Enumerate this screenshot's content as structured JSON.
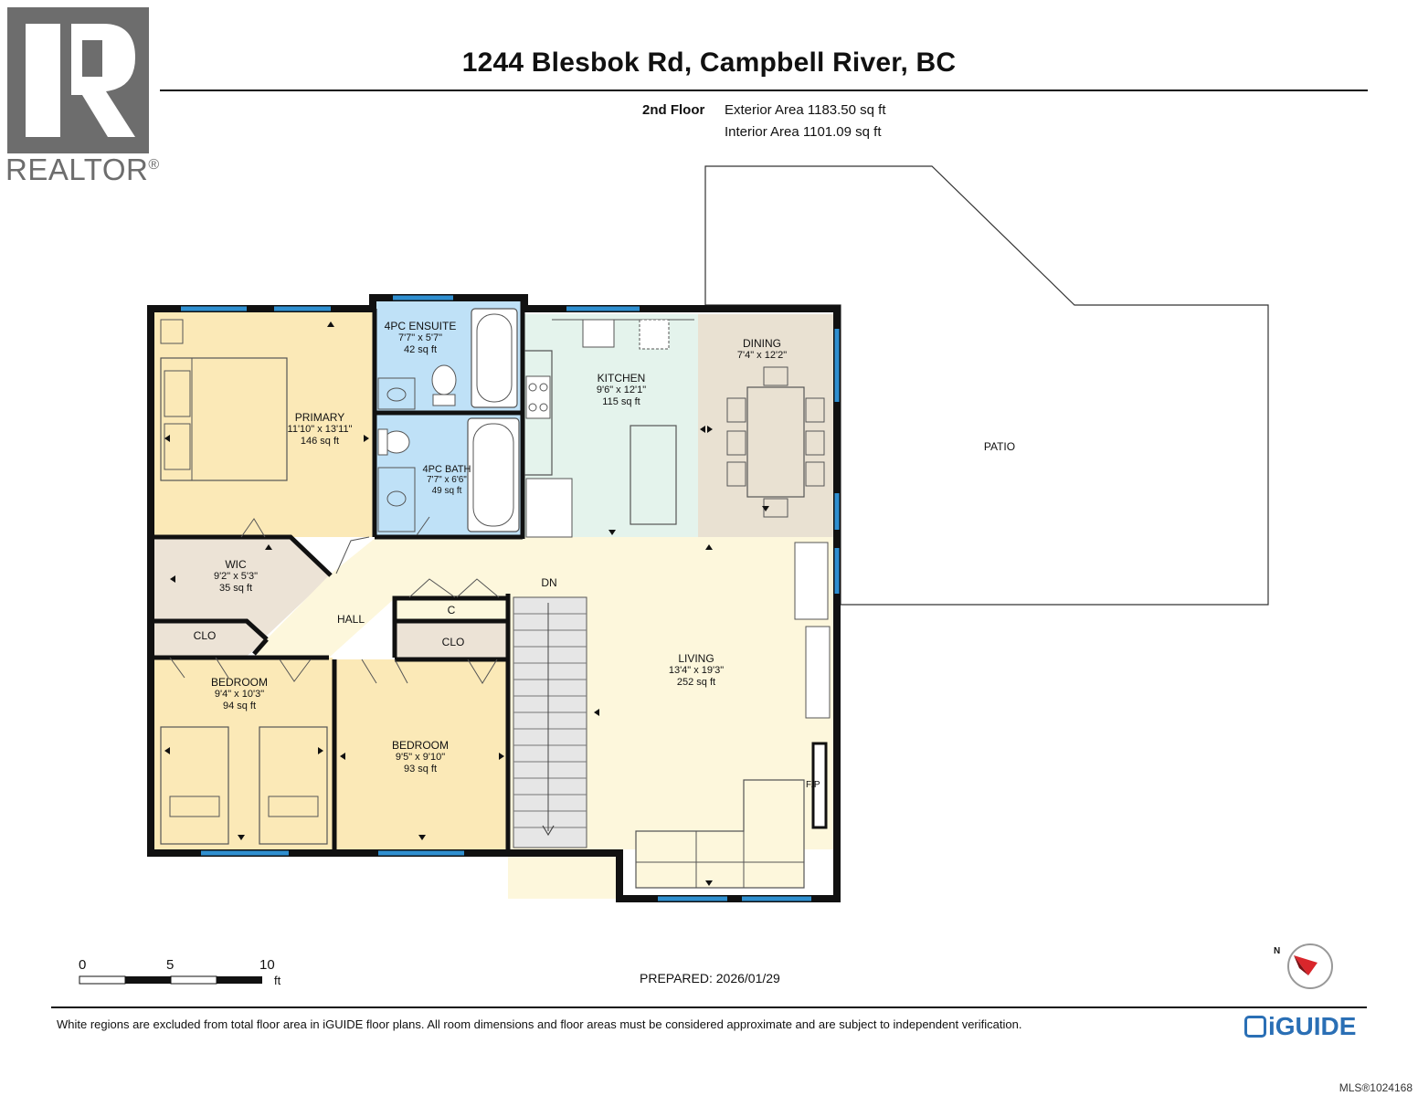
{
  "header": {
    "address": "1244 Blesbok Rd, Campbell River, BC",
    "floor_label": "2nd Floor",
    "exterior_area": "Exterior Area 1183.50 sq ft",
    "interior_area": "Interior Area 1101.09 sq ft"
  },
  "logos": {
    "realtor_word": "REALTOR",
    "realtor_mark": "®",
    "iguide_word": "iGUIDE"
  },
  "rooms": {
    "ensuite": {
      "name": "4PC ENSUITE",
      "dims": "7'7\" x 5'7\"",
      "area": "42 sq ft"
    },
    "primary": {
      "name": "PRIMARY",
      "dims": "11'10\" x 13'11\"",
      "area": "146 sq ft"
    },
    "bath": {
      "name": "4PC BATH",
      "dims": "7'7\" x 6'6\"",
      "area": "49 sq ft"
    },
    "kitchen": {
      "name": "KITCHEN",
      "dims": "9'6\" x 12'1\"",
      "area": "115 sq ft"
    },
    "dining": {
      "name": "DINING",
      "dims": "7'4\" x 12'2\""
    },
    "patio": {
      "name": "PATIO"
    },
    "wic": {
      "name": "WIC",
      "dims": "9'2\" x 5'3\"",
      "area": "35 sq ft"
    },
    "hall": {
      "name": "HALL"
    },
    "dn": {
      "name": "DN"
    },
    "c": {
      "name": "C"
    },
    "clo_left": {
      "name": "CLO"
    },
    "clo_right": {
      "name": "CLO"
    },
    "living": {
      "name": "LIVING",
      "dims": "13'4\" x 19'3\"",
      "area": "252 sq ft"
    },
    "bedroom_left": {
      "name": "BEDROOM",
      "dims": "9'4\" x 10'3\"",
      "area": "94 sq ft"
    },
    "bedroom_mid": {
      "name": "BEDROOM",
      "dims": "9'5\" x 9'10\"",
      "area": "93 sq ft"
    },
    "fp": {
      "name": "F/P"
    }
  },
  "scale": {
    "labels": [
      "0",
      "5",
      "10"
    ],
    "unit": "ft"
  },
  "compass": {
    "label": "N"
  },
  "footer": {
    "prepared": "PREPARED: 2026/01/29",
    "disclaimer": "White regions are excluded from total floor area in iGUIDE floor plans. All room dimensions and floor areas must be considered approximate and are subject to independent verification.",
    "mls": "MLS®1024168"
  },
  "colors": {
    "bedroom_fill": "#fbe9b7",
    "hall_fill": "#fdf7dc",
    "bath_fill": "#bfe1f7",
    "kitchen_fill": "#e4f3ec",
    "dining_fill": "#e9e1d2",
    "closet_fill": "#ece3d6",
    "wall": "#111111",
    "window": "#2f8fd0",
    "iguide_blue": "#2a6fb5"
  }
}
